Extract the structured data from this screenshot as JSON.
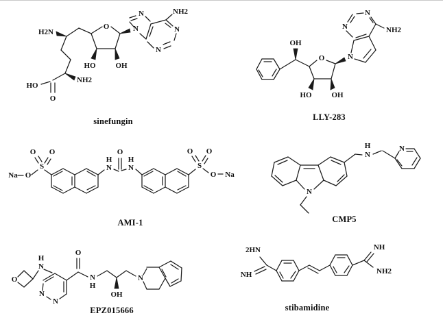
{
  "figure": {
    "background": "#ffffff"
  },
  "compounds": [
    {
      "name": "sinefungin",
      "labels": {
        "h2n_chain": "H2N",
        "ring_o": "O",
        "ho_ribose": "HO",
        "oh_ribose": "OH",
        "n9": "N",
        "n7": "N",
        "n1": "N",
        "n3": "N",
        "nh2_adenine": "NH2",
        "nh2_alpha": "NH2",
        "ho_acid": "HO",
        "o_acid": "O"
      }
    },
    {
      "name": "LLY-283",
      "labels": {
        "oh_benzylic": "OH",
        "ring_o": "O",
        "ho_ribose": "HO",
        "oh_ribose": "OH",
        "n_pyrrole": "N",
        "n3": "N",
        "n1": "N",
        "nh2": "NH2"
      }
    },
    {
      "name": "AMI-1",
      "labels": {
        "na_left": "Na",
        "o_na_left": "O",
        "s_left": "S",
        "o_s_left_1": "O",
        "o_s_left_2": "O",
        "n_urea_left": "N",
        "h_urea_left": "H",
        "o_urea": "O",
        "n_urea_right": "N",
        "h_urea_right": "H",
        "s_right": "S",
        "o_s_right_1": "O",
        "o_s_right_2": "O",
        "o_na_right": "O",
        "na_right": "Na"
      }
    },
    {
      "name": "CMP5",
      "labels": {
        "n_carbazole": "N",
        "n_amine": "N",
        "h_amine": "H",
        "n_pyridine": "N"
      }
    },
    {
      "name": "EPZ015666",
      "labels": {
        "o_oxetane": "O",
        "n_amino": "N",
        "h_amino": "H",
        "n_pyrimidine_1": "N",
        "n_pyrimidine_2": "N",
        "o_carbonyl": "O",
        "n_amide": "N",
        "h_amide": "H",
        "oh_chain": "OH",
        "n_thiq": "N"
      }
    },
    {
      "name": "stibamidine",
      "labels": {
        "h2n_left": "2HN",
        "nh_left": "NH",
        "nh_right": "NH",
        "nh2_right": "NH2"
      }
    }
  ]
}
